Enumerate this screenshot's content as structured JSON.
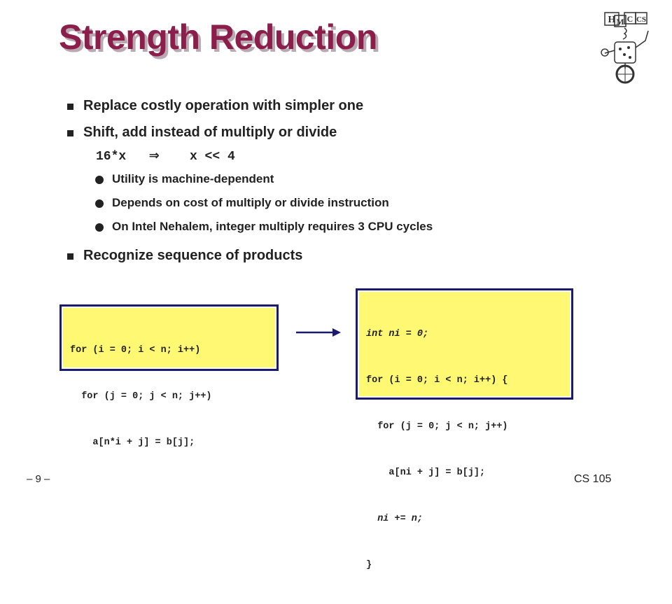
{
  "slide": {
    "title": "Strength Reduction",
    "logo_text": "HMC CS",
    "bullets": [
      "Replace costly operation with simpler one",
      "Shift, add instead of multiply or divide",
      "Recognize sequence of products"
    ],
    "code_example": {
      "left": "16*x",
      "arrow": "⇒",
      "right": "x << 4"
    },
    "sub_bullets": [
      "Utility is machine-dependent",
      "Depends on cost of multiply or divide instruction",
      "On Intel Nehalem, integer multiply requires 3 CPU cycles"
    ],
    "code_before": [
      "for (i = 0; i < n; i++)",
      "  for (j = 0; j < n; j++)",
      "    a[n*i + j] = b[j];"
    ],
    "code_after": [
      "int ni = 0;",
      "for (i = 0; i < n; i++) {",
      "  for (j = 0; j < n; j++)",
      "    a[ni + j] = b[j];",
      "  ni += n;",
      "}"
    ],
    "footer": {
      "page": "– 9 –",
      "course": "CS 105"
    },
    "colors": {
      "title": "#8b1e4b",
      "code_box_fill": "#fff873",
      "code_box_border": "#1a1a6e",
      "arrow": "#1a1a6e"
    }
  }
}
